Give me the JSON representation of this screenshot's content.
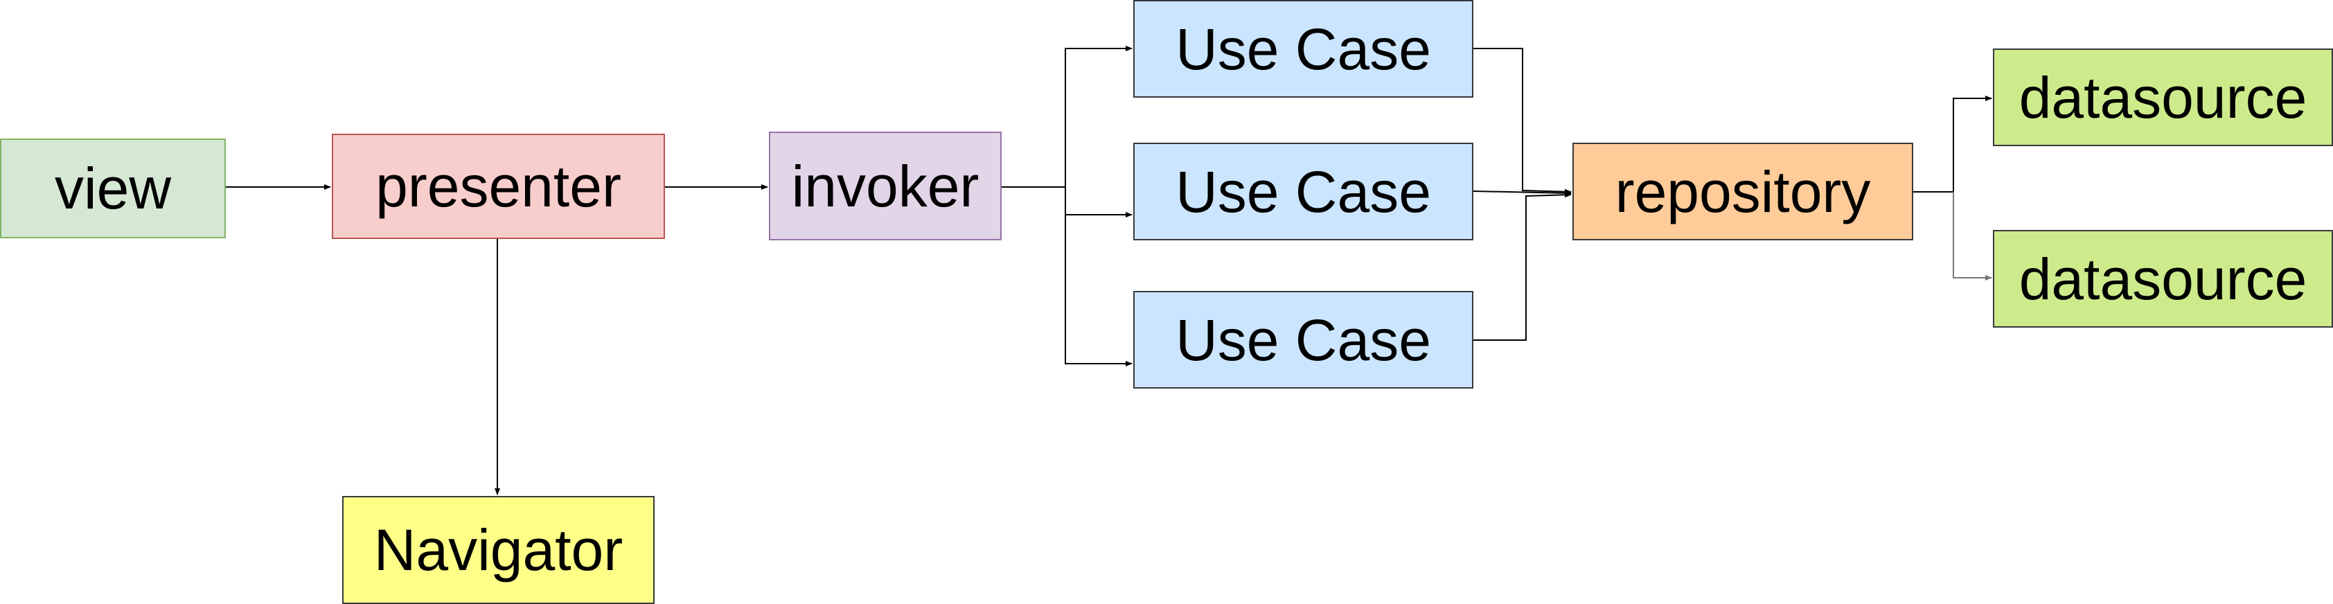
{
  "diagram": {
    "nodes": {
      "view": {
        "label": "view",
        "fill": "#d5e8d4",
        "stroke": "#82b366"
      },
      "presenter": {
        "label": "presenter",
        "fill": "#f8cecc",
        "stroke": "#b85450"
      },
      "invoker": {
        "label": "invoker",
        "fill": "#e1d5e7",
        "stroke": "#9673a6"
      },
      "use_case_1": {
        "label": "Use Case",
        "fill": "#cce5ff",
        "stroke": "#36393d"
      },
      "use_case_2": {
        "label": "Use Case",
        "fill": "#cce5ff",
        "stroke": "#36393d"
      },
      "use_case_3": {
        "label": "Use Case",
        "fill": "#cce5ff",
        "stroke": "#36393d"
      },
      "repository": {
        "label": "repository",
        "fill": "#ffcc99",
        "stroke": "#36393d"
      },
      "datasource_1": {
        "label": "datasource",
        "fill": "#cdeb8b",
        "stroke": "#36393d"
      },
      "datasource_2": {
        "label": "datasource",
        "fill": "#cdeb8b",
        "stroke": "#36393d"
      },
      "navigator": {
        "label": "Navigator",
        "fill": "#ffff88",
        "stroke": "#36393d"
      }
    },
    "edges": [
      {
        "from": "view",
        "to": "presenter"
      },
      {
        "from": "presenter",
        "to": "invoker"
      },
      {
        "from": "presenter",
        "to": "navigator"
      },
      {
        "from": "invoker",
        "to": "use_case_1"
      },
      {
        "from": "invoker",
        "to": "use_case_2"
      },
      {
        "from": "invoker",
        "to": "use_case_3"
      },
      {
        "from": "use_case_1",
        "to": "repository"
      },
      {
        "from": "use_case_2",
        "to": "repository"
      },
      {
        "from": "use_case_3",
        "to": "repository"
      },
      {
        "from": "repository",
        "to": "datasource_1"
      },
      {
        "from": "repository",
        "to": "datasource_2"
      }
    ]
  }
}
